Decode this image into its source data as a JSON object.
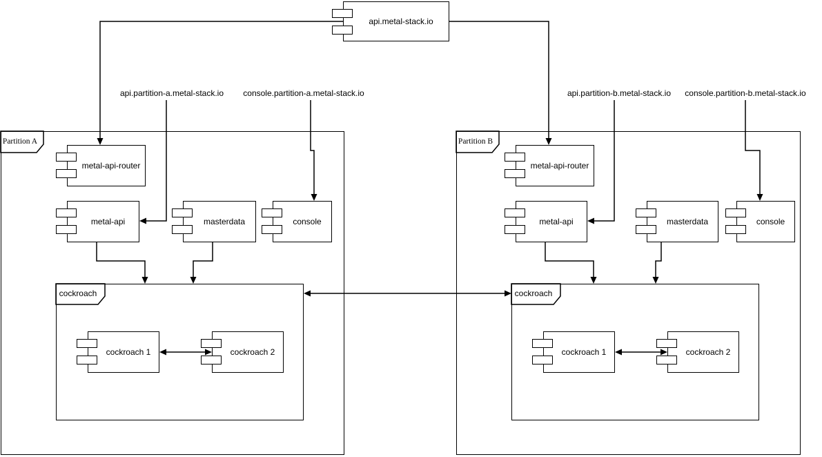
{
  "top_component": {
    "label": "api.metal-stack.io"
  },
  "dns_labels": {
    "api_partition_a": "api.partition-a.metal-stack.io",
    "console_partition_a": "console.partition-a.metal-stack.io",
    "api_partition_b": "api.partition-b.metal-stack.io",
    "console_partition_b": "console.partition-b.metal-stack.io"
  },
  "partition_a": {
    "name": "Partition A",
    "components": {
      "router": "metal-api-router",
      "api": "metal-api",
      "masterdata": "masterdata",
      "console": "console"
    },
    "cockroach_cluster": {
      "name": "cockroach",
      "node1": "cockroach 1",
      "node2": "cockroach 2"
    }
  },
  "partition_b": {
    "name": "Partition B",
    "components": {
      "router": "metal-api-router",
      "api": "metal-api",
      "masterdata": "masterdata",
      "console": "console"
    },
    "cockroach_cluster": {
      "name": "cockroach",
      "node1": "cockroach 1",
      "node2": "cockroach 2"
    }
  },
  "colors": {
    "stroke": "#000000",
    "background": "#ffffff",
    "shape_fill": "#ffffff"
  }
}
